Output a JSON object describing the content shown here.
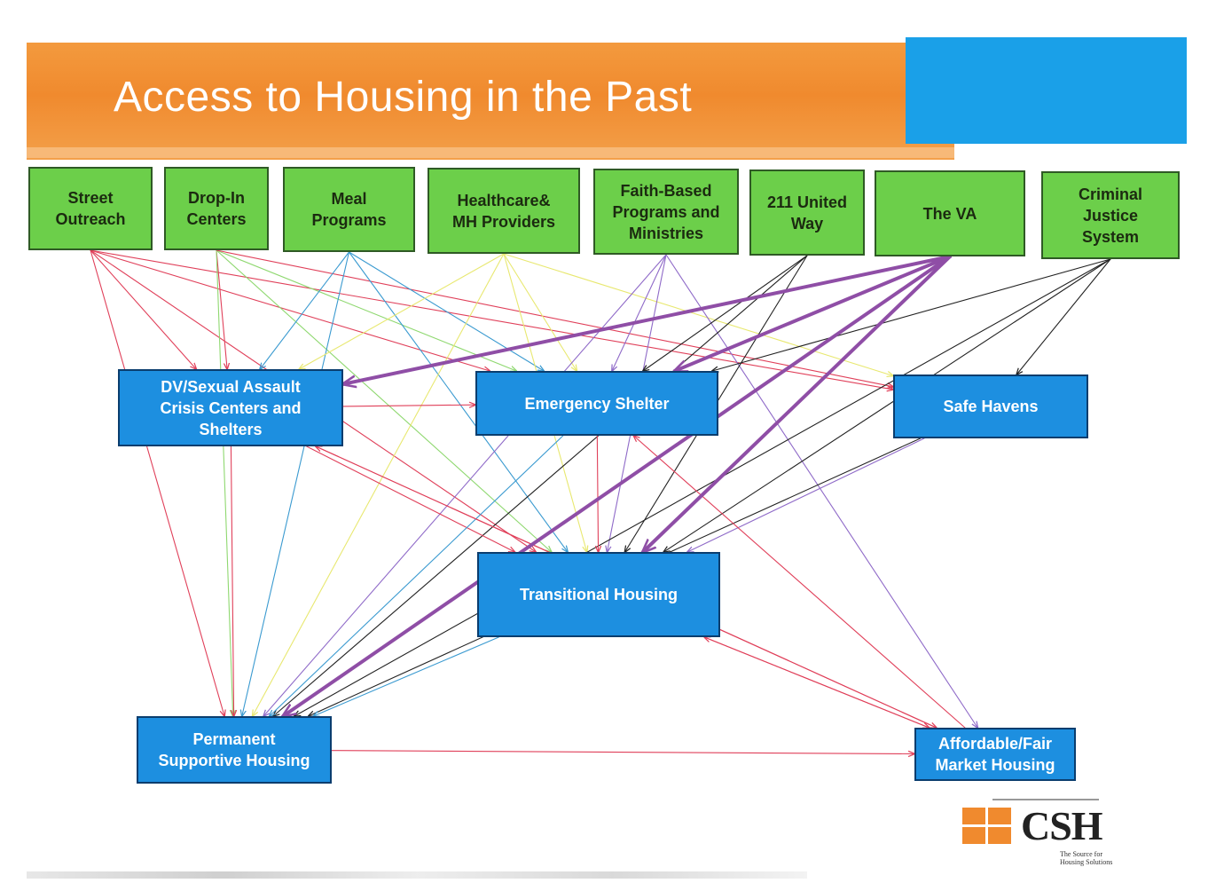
{
  "title": "Access to Housing in the Past",
  "sources": [
    {
      "id": "street",
      "label": "Street\nOutreach"
    },
    {
      "id": "dropin",
      "label": "Drop-In\nCenters"
    },
    {
      "id": "meal",
      "label": "Meal\nPrograms"
    },
    {
      "id": "health",
      "label": "Healthcare&\nMH Providers"
    },
    {
      "id": "faith",
      "label": "Faith-Based\nPrograms and\nMinistries"
    },
    {
      "id": "united",
      "label": "211 United\nWay"
    },
    {
      "id": "va",
      "label": "The VA"
    },
    {
      "id": "cjs",
      "label": "Criminal\nJustice\nSystem"
    }
  ],
  "destinations": [
    {
      "id": "dv",
      "label": "DV/Sexual Assault\nCrisis Centers and\nShelters"
    },
    {
      "id": "es",
      "label": "Emergency Shelter"
    },
    {
      "id": "sh",
      "label": "Safe Havens"
    },
    {
      "id": "th",
      "label": "Transitional Housing"
    },
    {
      "id": "psh",
      "label": "Permanent\nSupportive Housing"
    },
    {
      "id": "aff",
      "label": "Affordable/Fair\nMarket Housing"
    }
  ],
  "colors": {
    "banner": "#f08a2e",
    "accent_blue": "#1aa0e8",
    "source_fill": "#6ccf4a",
    "dest_fill": "#1d8fe0",
    "link_red": "#e0405a",
    "link_green": "#8fd870",
    "link_blue": "#3a9ad0",
    "link_yellow": "#e8e870",
    "link_purple": "#8f6ac8",
    "link_black": "#222222",
    "link_va": "#8f4ea6"
  },
  "edges": [
    {
      "from": "street",
      "to": "dv",
      "color": "link_red"
    },
    {
      "from": "street",
      "to": "es",
      "color": "link_red"
    },
    {
      "from": "street",
      "to": "sh",
      "color": "link_red"
    },
    {
      "from": "street",
      "to": "th",
      "color": "link_red"
    },
    {
      "from": "street",
      "to": "psh",
      "color": "link_red"
    },
    {
      "from": "dropin",
      "to": "dv",
      "color": "link_red"
    },
    {
      "from": "dropin",
      "to": "es",
      "color": "link_green"
    },
    {
      "from": "dropin",
      "to": "th",
      "color": "link_green"
    },
    {
      "from": "dropin",
      "to": "psh",
      "color": "link_green"
    },
    {
      "from": "dropin",
      "to": "sh",
      "color": "link_red"
    },
    {
      "from": "meal",
      "to": "es",
      "color": "link_blue"
    },
    {
      "from": "meal",
      "to": "th",
      "color": "link_blue"
    },
    {
      "from": "meal",
      "to": "psh",
      "color": "link_blue"
    },
    {
      "from": "meal",
      "to": "dv",
      "color": "link_blue"
    },
    {
      "from": "health",
      "to": "dv",
      "color": "link_yellow"
    },
    {
      "from": "health",
      "to": "es",
      "color": "link_yellow"
    },
    {
      "from": "health",
      "to": "sh",
      "color": "link_yellow"
    },
    {
      "from": "health",
      "to": "th",
      "color": "link_yellow"
    },
    {
      "from": "health",
      "to": "psh",
      "color": "link_yellow"
    },
    {
      "from": "faith",
      "to": "es",
      "color": "link_purple"
    },
    {
      "from": "faith",
      "to": "th",
      "color": "link_purple"
    },
    {
      "from": "faith",
      "to": "aff",
      "color": "link_purple"
    },
    {
      "from": "faith",
      "to": "psh",
      "color": "link_purple"
    },
    {
      "from": "united",
      "to": "es",
      "color": "link_black"
    },
    {
      "from": "united",
      "to": "th",
      "color": "link_black"
    },
    {
      "from": "united",
      "to": "psh",
      "color": "link_black"
    },
    {
      "from": "cjs",
      "to": "es",
      "color": "link_black"
    },
    {
      "from": "cjs",
      "to": "th",
      "color": "link_black"
    },
    {
      "from": "cjs",
      "to": "sh",
      "color": "link_black"
    },
    {
      "from": "cjs",
      "to": "psh",
      "color": "link_black"
    },
    {
      "from": "dv",
      "to": "es",
      "color": "link_red"
    },
    {
      "from": "dv",
      "to": "th",
      "color": "link_red"
    },
    {
      "from": "dv",
      "to": "psh",
      "color": "link_red"
    },
    {
      "from": "dv",
      "to": "aff",
      "color": "link_red"
    },
    {
      "from": "es",
      "to": "th",
      "color": "link_red"
    },
    {
      "from": "es",
      "to": "psh",
      "color": "link_blue"
    },
    {
      "from": "sh",
      "to": "th",
      "color": "link_purple"
    },
    {
      "from": "sh",
      "to": "psh",
      "color": "link_black"
    },
    {
      "from": "th",
      "to": "psh",
      "color": "link_blue"
    },
    {
      "from": "th",
      "to": "aff",
      "color": "link_red"
    },
    {
      "from": "aff",
      "to": "th",
      "color": "link_red"
    },
    {
      "from": "aff",
      "to": "dv",
      "color": "link_red"
    },
    {
      "from": "aff",
      "to": "es",
      "color": "link_red"
    },
    {
      "from": "psh",
      "to": "aff",
      "color": "link_red"
    },
    {
      "from": "va",
      "to": "dv",
      "color": "link_va",
      "bold": true
    },
    {
      "from": "va",
      "to": "es",
      "color": "link_va",
      "bold": true
    },
    {
      "from": "va",
      "to": "th",
      "color": "link_va",
      "bold": true
    },
    {
      "from": "va",
      "to": "psh",
      "color": "link_va",
      "bold": true
    }
  ],
  "logo": {
    "text": "CSH",
    "sub": "The Source for\nHousing Solutions"
  }
}
